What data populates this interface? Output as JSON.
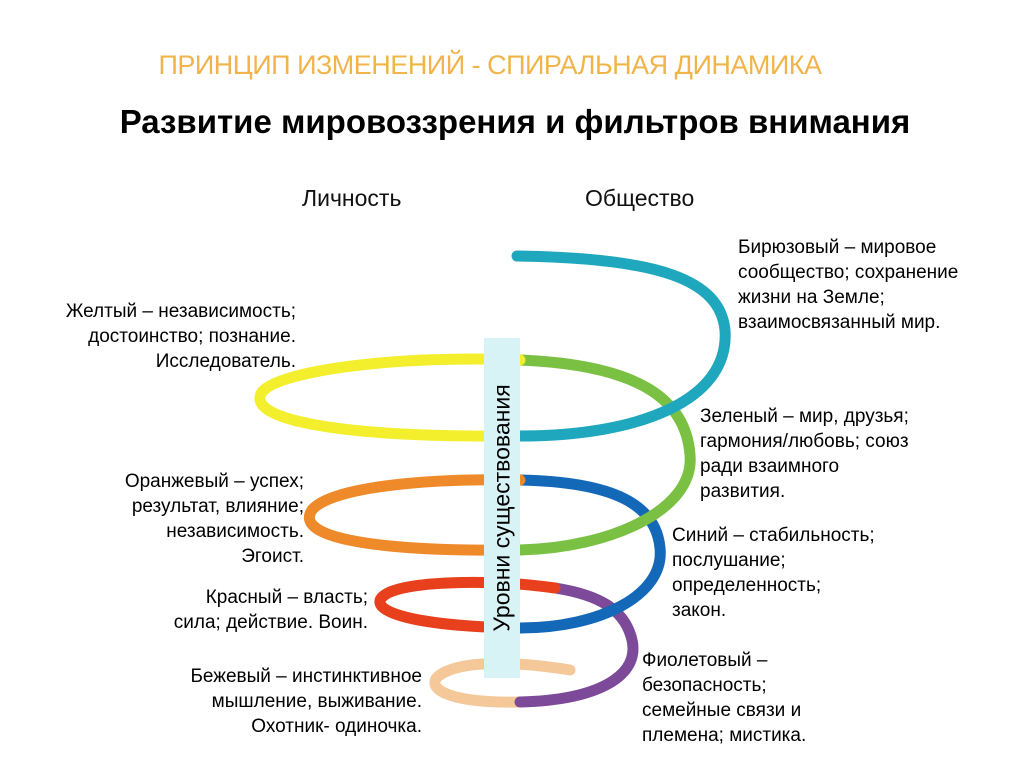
{
  "header": {
    "subtitle": "ПРИНЦИП ИЗМЕНЕНИЙ - СПИРАЛЬНАЯ ДИНАМИКА",
    "title": "Развитие мировоззрения и фильтров внимания"
  },
  "columns": {
    "personal": "Личность",
    "society": "Общество"
  },
  "axis_label": "Уровни существования",
  "levels": {
    "turquoise": {
      "color": "#1fa7bd",
      "lines": [
        "Бирюзовый –  мировое",
        "сообщество; сохранение",
        "жизни на Земле;",
        "взаимосвязанный мир."
      ]
    },
    "yellow": {
      "color": "#f4ef2c",
      "lines": [
        "Желтый – независимость;",
        "достоинство; познание.",
        "Исследователь."
      ]
    },
    "green": {
      "color": "#7ac143",
      "lines": [
        "Зеленый – мир, друзья;",
        "гармония/любовь; союз",
        "ради взаимного",
        "развития."
      ]
    },
    "orange": {
      "color": "#ef8a2a",
      "lines": [
        "Оранжевый – успех;",
        "результат, влияние;",
        "независимость.",
        "Эгоист."
      ]
    },
    "blue": {
      "color": "#1468b8",
      "lines": [
        "Синий – стабильность;",
        "послушание;",
        "определенность;",
        "закон."
      ]
    },
    "red": {
      "color": "#e8401c",
      "lines": [
        "Красный – власть;",
        "сила; действие. Воин."
      ]
    },
    "purple": {
      "color": "#7c4a98",
      "lines": [
        "Фиолетовый –",
        "безопасность;",
        "семейные связи и",
        "племена; мистика."
      ]
    },
    "beige": {
      "color": "#f5c89a",
      "lines": [
        "Бежевый – инстинктивное",
        "мышление, выживание.",
        "Охотник- одиночка."
      ]
    }
  }
}
